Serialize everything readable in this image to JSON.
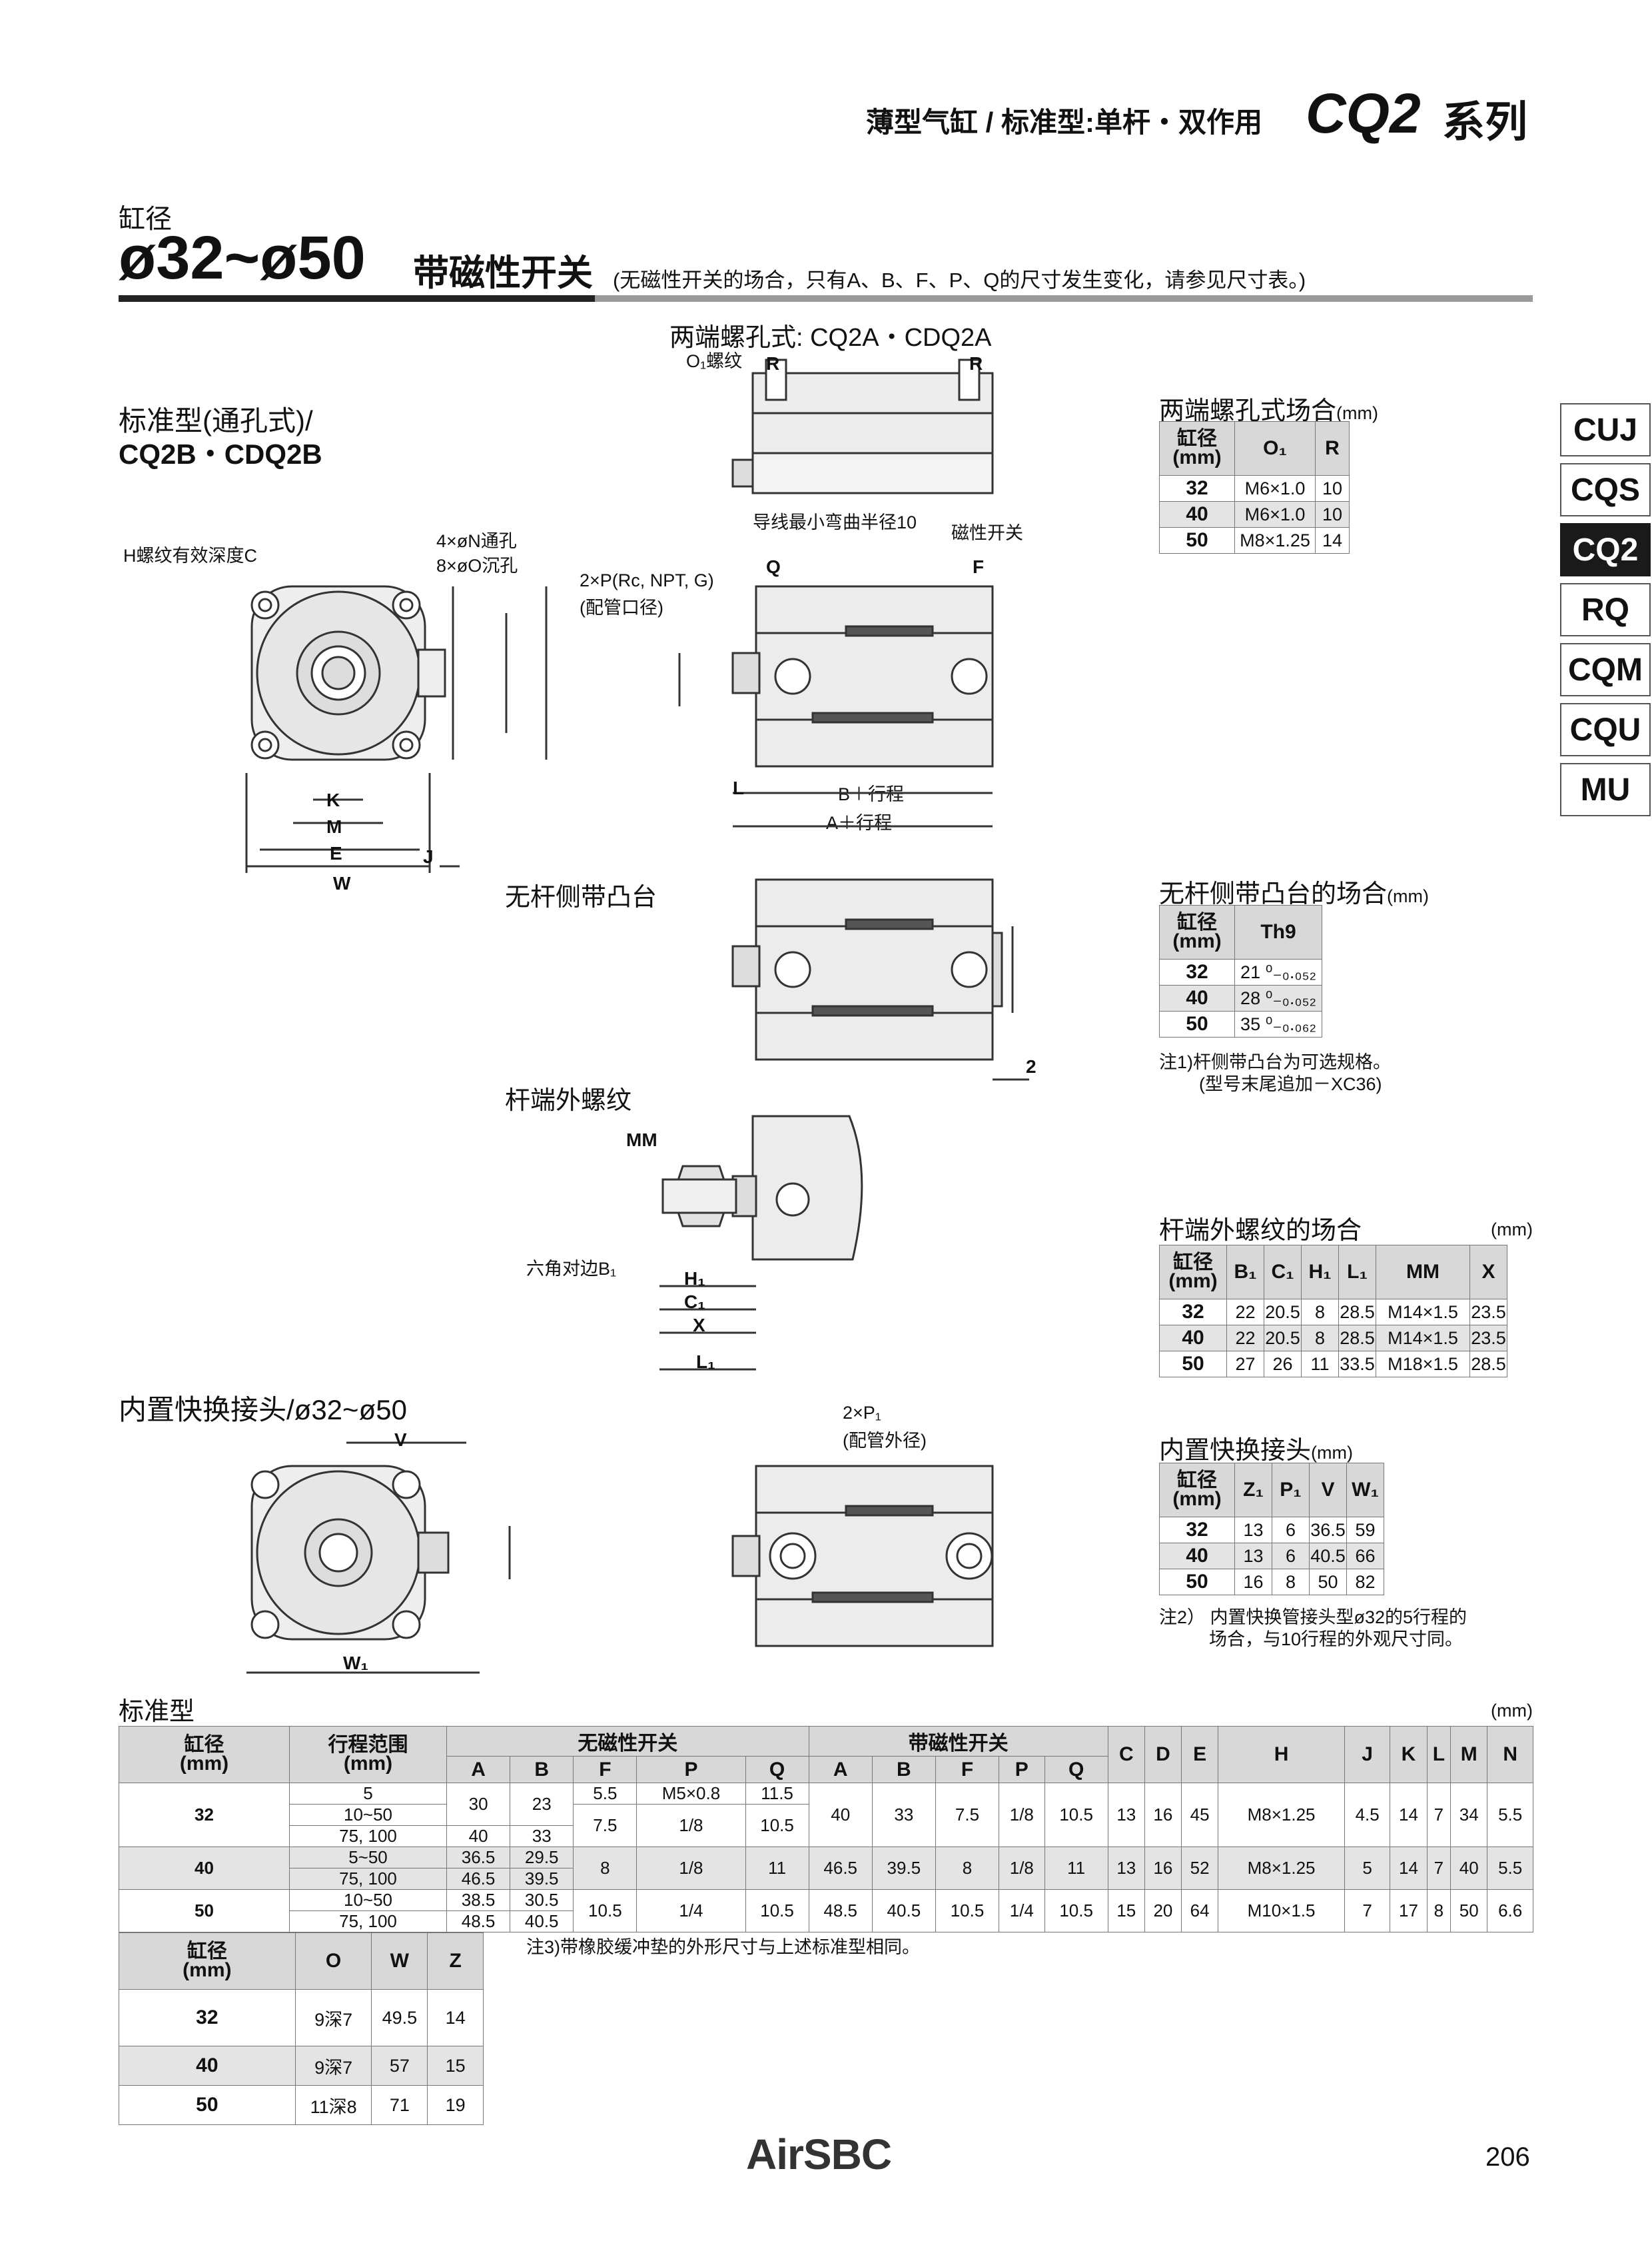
{
  "header": {
    "subtitle": "薄型气缸 / 标准型:单杆・双作用",
    "series": "CQ2",
    "series_suffix": "系列"
  },
  "title": {
    "bore_label": "缸径",
    "range": "ø32~ø50",
    "with_switch": "带磁性开关",
    "note": "(无磁性开关的场合，只有A、B、F、P、Q的尺寸发生变化，请参见尺寸表。)"
  },
  "side_tabs": [
    "CUJ",
    "CQS",
    "CQ2",
    "RQ",
    "CQM",
    "CQU",
    "MU"
  ],
  "side_tab_active": "CQ2",
  "sections": {
    "standard_line1": "标准型(通孔式)/",
    "standard_line2": "CQ2B・CDQ2B",
    "both_ends_tapped": "两端螺孔式: CQ2A・CDQ2A",
    "head_boss": "无杆侧带凸台",
    "rod_male_thread": "杆端外螺纹",
    "one_touch": "内置快换接头/ø32~ø50"
  },
  "labels": {
    "h_thread": "H螺纹有效深度C",
    "n_holes": "4×øN通孔",
    "o_holes": "8×øO沉孔",
    "o1_thread": "O₁螺纹",
    "lead_wire": "导线最小弯曲半径10",
    "auto_switch": "磁性开关",
    "port": "2×P(Rc, NPT, G)",
    "port_sub": "(配管口径)",
    "hex_b1": "六角对边B₁",
    "p1_label": "2×P₁",
    "p1_sub": "(配管外径)",
    "b_stroke": "B＋行程",
    "a_stroke": "A＋行程"
  },
  "table_both_ends": {
    "title": "两端螺孔式场合",
    "unit": "(mm)",
    "headers": [
      "缸径\n(mm)",
      "O₁",
      "R"
    ],
    "rows": [
      [
        "32",
        "M6×1.0",
        "10"
      ],
      [
        "40",
        "M6×1.0",
        "10"
      ],
      [
        "50",
        "M8×1.25",
        "14"
      ]
    ]
  },
  "table_head_boss": {
    "title": "无杆侧带凸台的场合",
    "unit": "(mm)",
    "headers": [
      "缸径\n(mm)",
      "Th9"
    ],
    "rows": [
      [
        "32",
        "21 ⁰₋₀.₀₅₂"
      ],
      [
        "40",
        "28 ⁰₋₀.₀₅₂"
      ],
      [
        "50",
        "35 ⁰₋₀.₀₆₂"
      ]
    ],
    "note1": "注1)杆侧带凸台为可选规格。",
    "note2": "(型号末尾追加－XC36)"
  },
  "table_rod_thread": {
    "title": "杆端外螺纹的场合",
    "unit": "(mm)",
    "headers": [
      "缸径\n(mm)",
      "B₁",
      "C₁",
      "H₁",
      "L₁",
      "MM",
      "X"
    ],
    "rows": [
      [
        "32",
        "22",
        "20.5",
        "8",
        "28.5",
        "M14×1.5",
        "23.5"
      ],
      [
        "40",
        "22",
        "20.5",
        "8",
        "28.5",
        "M14×1.5",
        "23.5"
      ],
      [
        "50",
        "27",
        "26",
        "11",
        "33.5",
        "M18×1.5",
        "28.5"
      ]
    ]
  },
  "table_one_touch": {
    "title": "内置快换接头",
    "unit": "(mm)",
    "headers": [
      "缸径\n(mm)",
      "Z₁",
      "P₁",
      "V",
      "W₁"
    ],
    "rows": [
      [
        "32",
        "13",
        "6",
        "36.5",
        "59"
      ],
      [
        "40",
        "13",
        "6",
        "40.5",
        "66"
      ],
      [
        "50",
        "16",
        "8",
        "50",
        "82"
      ]
    ],
    "note1": "注2） 内置快换管接头型ø32的5行程的",
    "note2": "场合，与10行程的外观尺寸同。"
  },
  "table_standard": {
    "title": "标准型",
    "unit": "(mm)",
    "group_no_switch": "无磁性开关",
    "group_with_switch": "带磁性开关",
    "h_bore": "缸径\n(mm)",
    "h_stroke": "行程范围\n(mm)",
    "sub_headers": [
      "A",
      "B",
      "F",
      "P",
      "Q"
    ],
    "tail_headers": [
      "C",
      "D",
      "E",
      "H",
      "J",
      "K",
      "L",
      "M",
      "N"
    ],
    "r32": {
      "bore": "32",
      "strokes": [
        "5",
        "10~50",
        "75, 100"
      ],
      "a": [
        "30",
        "40"
      ],
      "b": [
        "23",
        "33"
      ],
      "f": [
        "5.5",
        "7.5"
      ],
      "p": [
        "M5×0.8",
        "1/8"
      ],
      "q": [
        "11.5",
        "10.5"
      ],
      "sw": [
        "40",
        "33",
        "7.5",
        "1/8",
        "10.5"
      ],
      "tail": [
        "13",
        "16",
        "45",
        "M8×1.25",
        "4.5",
        "14",
        "7",
        "34",
        "5.5"
      ]
    },
    "r40": {
      "bore": "40",
      "strokes": [
        "5~50",
        "75, 100"
      ],
      "a": [
        "36.5",
        "46.5"
      ],
      "b": [
        "29.5",
        "39.5"
      ],
      "f": "8",
      "p": "1/8",
      "q": "11",
      "sw": [
        "46.5",
        "39.5",
        "8",
        "1/8",
        "11"
      ],
      "tail": [
        "13",
        "16",
        "52",
        "M8×1.25",
        "5",
        "14",
        "7",
        "40",
        "5.5"
      ]
    },
    "r50": {
      "bore": "50",
      "strokes": [
        "10~50",
        "75, 100"
      ],
      "a": [
        "38.5",
        "48.5"
      ],
      "b": [
        "30.5",
        "40.5"
      ],
      "f": "10.5",
      "p": "1/4",
      "q": "10.5",
      "sw": [
        "48.5",
        "40.5",
        "10.5",
        "1/4",
        "10.5"
      ],
      "tail": [
        "15",
        "20",
        "64",
        "M10×1.5",
        "7",
        "17",
        "8",
        "50",
        "6.6"
      ]
    }
  },
  "table_owz": {
    "headers": [
      "缸径\n(mm)",
      "O",
      "W",
      "Z"
    ],
    "rows": [
      [
        "32",
        "9深7",
        "49.5",
        "14"
      ],
      [
        "40",
        "9深7",
        "57",
        "15"
      ],
      [
        "50",
        "11深8",
        "71",
        "19"
      ]
    ],
    "note": "注3)带橡胶缓冲垫的外形尺寸与上述标准型相同。"
  },
  "footer": {
    "logo": "AirSBC",
    "page": "206"
  }
}
